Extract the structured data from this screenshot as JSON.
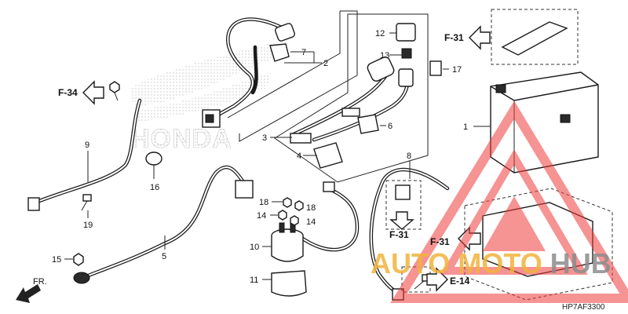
{
  "diagram": {
    "code": "HP7AF3300",
    "direction_label": "FR.",
    "refs": {
      "f34": "F-34",
      "f31_top": "F-31",
      "f31_mid": "F-31",
      "f31_right": "F-31",
      "e14": "E-14"
    },
    "callouts": {
      "n1": "1",
      "n2": "2",
      "n3": "3",
      "n4": "4",
      "n5": "5",
      "n6": "6",
      "n7": "7",
      "n8": "8",
      "n9": "9",
      "n10": "10",
      "n11": "11",
      "n12": "12",
      "n13": "13",
      "n14a": "14",
      "n14b": "14",
      "n15": "15",
      "n16": "16",
      "n17": "17",
      "n18a": "18",
      "n18b": "18",
      "n19": "19"
    }
  },
  "watermark": {
    "brand_parts": [
      "AUTO",
      "MOTO",
      "HUB"
    ],
    "brand_colors": [
      "#f2b33d",
      "#f2b33d",
      "#8c8c8c"
    ],
    "logo_color": "#ef3b3b",
    "bg_brand_text": "HONDA"
  }
}
